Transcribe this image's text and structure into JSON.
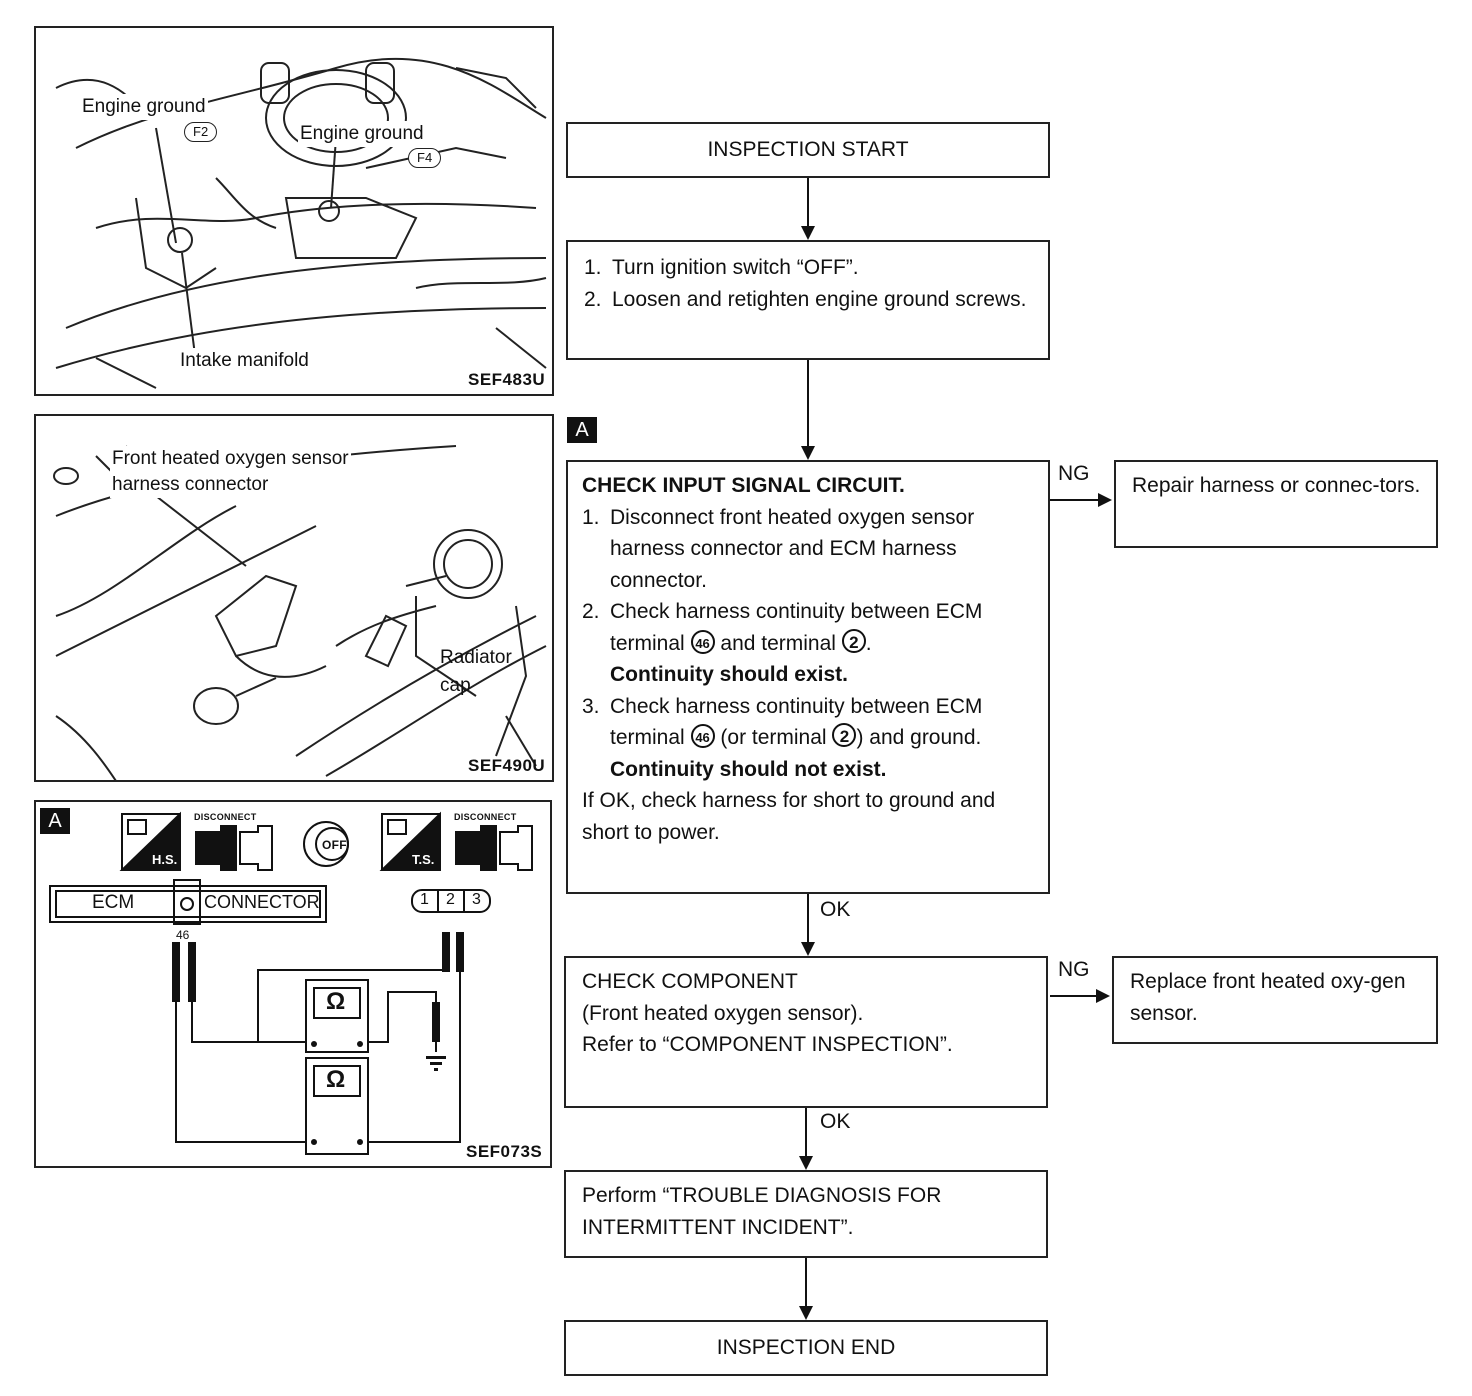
{
  "figure1": {
    "code": "SEF483U",
    "labels": {
      "engine_ground_left": "Engine ground",
      "f2": "F2",
      "engine_ground_right": "Engine ground",
      "f4": "F4",
      "intake_manifold": "Intake manifold"
    }
  },
  "figure2": {
    "code": "SEF490U",
    "labels": {
      "sensor_line1": "Front heated oxygen sensor",
      "sensor_line2": "harness connector",
      "radiator_line1": "Radiator",
      "radiator_line2": "cap"
    }
  },
  "figure3": {
    "code": "SEF073S",
    "tag": "A",
    "icons": {
      "hs_text": "H.S.",
      "disconnect1": "DISCONNECT",
      "off_text": "OFF",
      "ts_text": "T.S.",
      "disconnect2": "DISCONNECT"
    },
    "ecm": "ECM",
    "connector": "CONNECTOR",
    "pin_46": "46",
    "pins": [
      "1",
      "2",
      "3"
    ],
    "ohm": "Ω"
  },
  "flow": {
    "start": "INSPECTION START",
    "step1": {
      "items": [
        {
          "n": "1.",
          "text": "Turn ignition switch “OFF”."
        },
        {
          "n": "2.",
          "text": "Loosen and retighten engine ground screws."
        }
      ]
    },
    "tag_a": "A",
    "check_input": {
      "title": "CHECK INPUT SIGNAL CIRCUIT.",
      "item1_n": "1.",
      "item1": "Disconnect front heated oxygen sensor harness connector and ECM harness connector.",
      "item2_n": "2.",
      "item2_a": "Check harness continuity between ECM terminal",
      "item2_t46": "46",
      "item2_b": "and terminal",
      "item2_t2": "2",
      "item2_c": ".",
      "item2_bold": "Continuity should exist.",
      "item3_n": "3.",
      "item3_a": "Check harness continuity between ECM terminal",
      "item3_t46": "46",
      "item3_b": "(or terminal",
      "item3_t2": "2",
      "item3_c": ") and ground.",
      "item3_bold": "Continuity should not exist.",
      "footer": "If OK, check harness for short to ground and short to power."
    },
    "ng1": "NG",
    "repair": "Repair harness or connec-tors.",
    "ok1": "OK",
    "check_component": {
      "line1": "CHECK COMPONENT",
      "line2": "(Front heated oxygen sensor).",
      "line3": "Refer to “COMPONENT INSPECTION”."
    },
    "ng2": "NG",
    "replace": "Replace front heated oxy-gen sensor.",
    "ok2": "OK",
    "perform": "Perform “TROUBLE DIAGNOSIS FOR INTERMITTENT INCIDENT”.",
    "end": "INSPECTION END"
  }
}
